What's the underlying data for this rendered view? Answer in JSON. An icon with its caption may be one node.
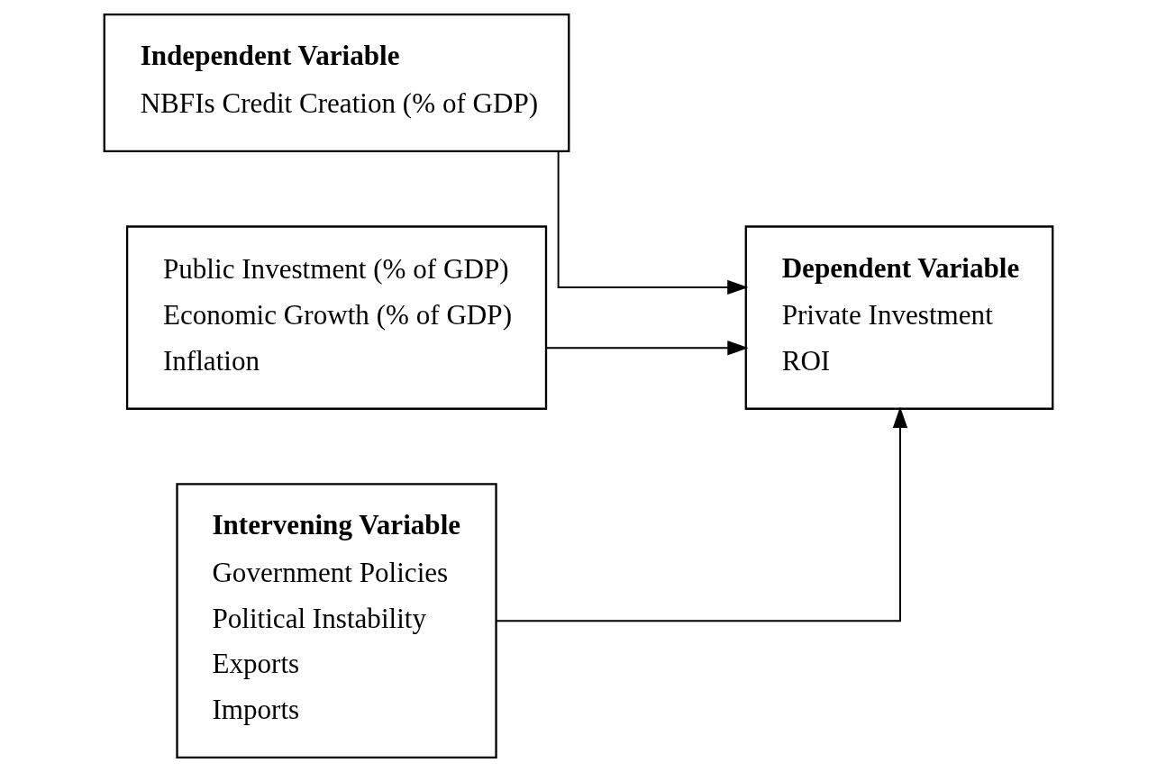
{
  "diagram": {
    "nodes": [
      {
        "text": [
          "Independent Variable",
          "NBFIs Credit Creation (% of GDP)"
        ]
      },
      {
        "text": [
          "Public Investment (% of GDP)",
          "Economic Growth (% of GDP)",
          "Inflation"
        ]
      },
      {
        "text": [
          "Dependent Variable",
          "Private Investment",
          "ROI"
        ]
      },
      {
        "text": [
          "Intervening Variable",
          "Government Policies",
          "Political Instability",
          "Exports",
          "Imports"
        ]
      }
    ],
    "edges": [
      {
        "from": 0,
        "to": 2,
        "arrow": "to"
      },
      {
        "from": 1,
        "to": 2,
        "arrow": "to"
      },
      {
        "from": 3,
        "to": 2,
        "arrow": "to"
      }
    ]
  }
}
